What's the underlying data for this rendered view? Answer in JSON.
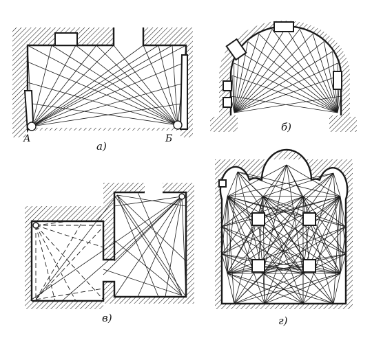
{
  "diagrams": {
    "a": {
      "caption": "а)",
      "point_a": "А",
      "point_b": "Б"
    },
    "b": {
      "caption": "б)"
    },
    "v": {
      "caption": "в)"
    },
    "g": {
      "caption": "г)"
    }
  },
  "colors": {
    "ink": "#1a1a1a",
    "paper": "#ffffff"
  }
}
